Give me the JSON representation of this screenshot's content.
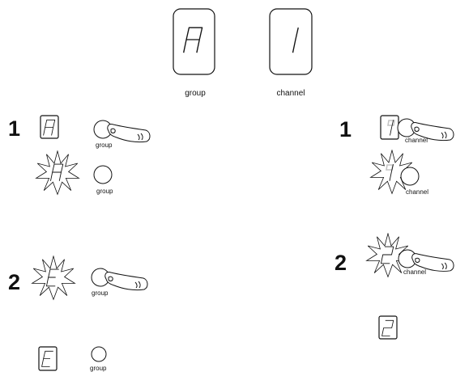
{
  "display": {
    "group_value": "A",
    "channel_value": "1",
    "group_caption": "group",
    "channel_caption": "channel"
  },
  "group_steps": {
    "step1": {
      "number": "1",
      "digit": "A",
      "button_label": "group"
    },
    "step1_blink": {
      "digit": "A",
      "button_label": "group"
    },
    "step2": {
      "number": "2",
      "digit": "E",
      "button_label": "group"
    },
    "result": {
      "digit": "E",
      "button_label": "group"
    }
  },
  "channel_steps": {
    "step1": {
      "number": "1",
      "digit": "1",
      "button_label": "channel"
    },
    "step1_blink": {
      "digit": "1",
      "button_label": "channel"
    },
    "step2": {
      "number": "2",
      "digit": "2",
      "button_label": "channel"
    },
    "result": {
      "digit": "2"
    }
  }
}
